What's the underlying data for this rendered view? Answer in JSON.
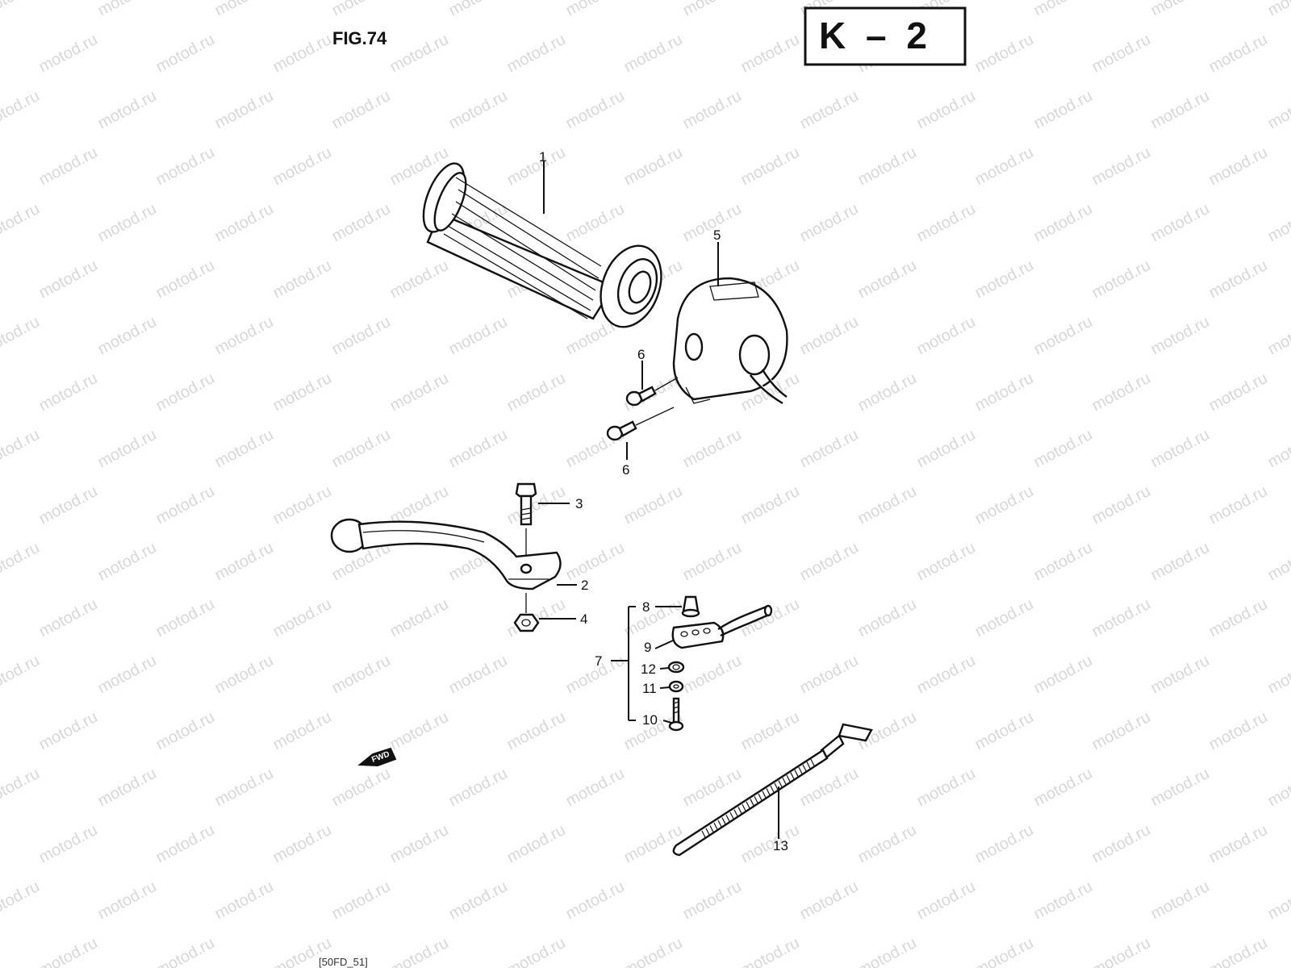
{
  "figure": {
    "title": "FIG.74",
    "code": "K – 2",
    "footer": "[50FD_51]"
  },
  "watermark": {
    "text": "motod.ru"
  },
  "direction_marker": {
    "text": "FWD"
  },
  "callouts": {
    "c1": "1",
    "c2": "2",
    "c3": "3",
    "c4": "4",
    "c5": "5",
    "c6a": "6",
    "c6b": "6",
    "c7": "7",
    "c8": "8",
    "c9": "9",
    "c10": "10",
    "c11": "11",
    "c12": "12",
    "c13": "13"
  },
  "parts": [
    {
      "ref": "1",
      "name": "grip"
    },
    {
      "ref": "2",
      "name": "lever"
    },
    {
      "ref": "3",
      "name": "pivot-bolt"
    },
    {
      "ref": "4",
      "name": "nut"
    },
    {
      "ref": "5",
      "name": "switch-housing"
    },
    {
      "ref": "6",
      "name": "screw"
    },
    {
      "ref": "7",
      "name": "switch-assembly"
    },
    {
      "ref": "8",
      "name": "plunger"
    },
    {
      "ref": "9",
      "name": "switch-body"
    },
    {
      "ref": "10",
      "name": "screw"
    },
    {
      "ref": "11",
      "name": "washer"
    },
    {
      "ref": "12",
      "name": "washer"
    },
    {
      "ref": "13",
      "name": "cable-tie"
    }
  ]
}
